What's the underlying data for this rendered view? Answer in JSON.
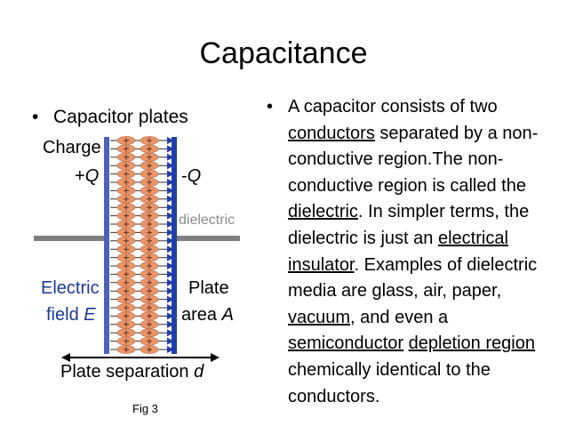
{
  "slide": {
    "title": "Capacitance",
    "left_bullet": "Capacitor plates",
    "caption": "Fig 3"
  },
  "paragraph": {
    "t1": "A capacitor consists of two ",
    "link_conductors": "conductors",
    "t2": " separated by a non-conductive region.The non-conductive region is called the ",
    "link_dielectric": "dielectric",
    "t3": ". In simpler terms, the dielectric is just an ",
    "link_insulator": "electrical insulator",
    "t4": ". Examples of dielectric media are glass, air, paper, ",
    "link_vacuum": "vacuum",
    "t5": ", and even a ",
    "link_semiconductor": "semiconductor",
    "t6": " ",
    "link_depletion": "depletion region",
    "t7": " chemically identical to the conductors."
  },
  "diagram": {
    "charge": "Charge",
    "plus_q_sign": "+",
    "plus_q_var": "Q",
    "minus_q_sign": "-",
    "minus_q_var": "Q",
    "dielectric": "dielectric",
    "electric": "Electric",
    "field": "field ",
    "field_var": "E",
    "plate": "Plate",
    "area": "area ",
    "area_var": "A",
    "separation": "Plate separation ",
    "separation_var": "d"
  },
  "colors": {
    "plate_left": "#4a62b8",
    "plate_right": "#1f3fa8",
    "charge_fill": "#e8956a",
    "wire": "#7f7f7f",
    "dielectric_label": "#8a8a8a",
    "label_blue": "#1a3a9a"
  }
}
